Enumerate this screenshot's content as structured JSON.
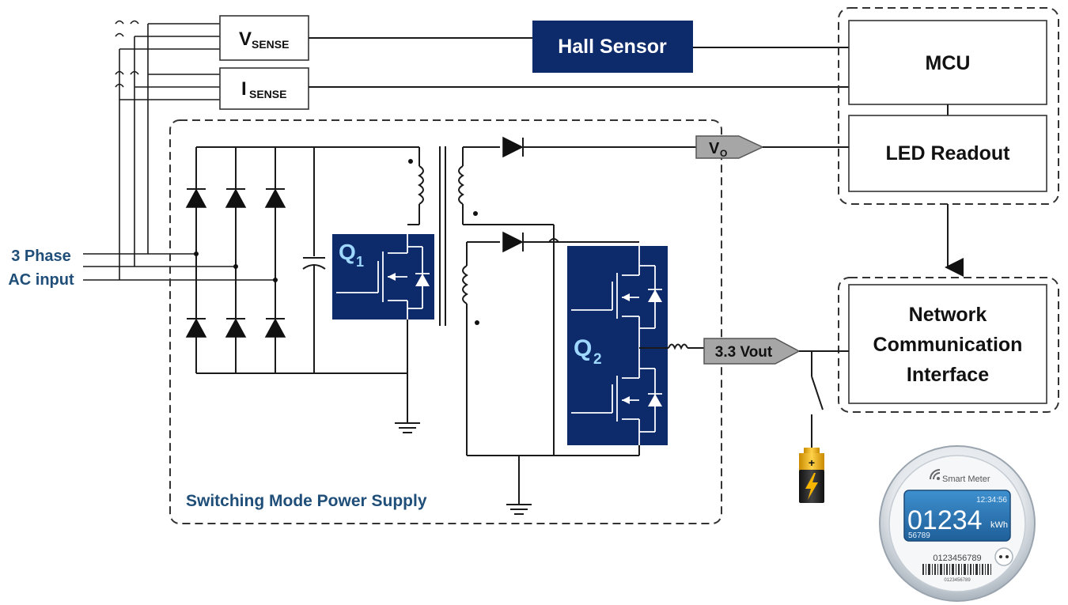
{
  "input_label": {
    "line1": "3 Phase",
    "line2": "AC input"
  },
  "sense": {
    "vsense_main": "V",
    "vsense_sub": "SENSE",
    "isense_main": "I",
    "isense_sub": "SENSE"
  },
  "hall_sensor": "Hall  Sensor",
  "mcu": "MCU",
  "led_readout": "LED Readout",
  "network": {
    "line1": "Network",
    "line2": "Communication",
    "line3": "Interface"
  },
  "vo": {
    "main": "V",
    "sub": "O"
  },
  "vout": "3.3 Vout",
  "q1": {
    "main": "Q",
    "sub": "1"
  },
  "q2": {
    "main": "Q",
    "sub": "2"
  },
  "smps_label": "Switching Mode Power Supply",
  "meter": {
    "brand": "Smart Meter",
    "time": "12:34:56",
    "reading": "01234",
    "unit": "kWh",
    "sub_reading": "56789",
    "serial": "0123456789",
    "barcode_text": "0123456789"
  },
  "colors": {
    "navy": "#0d2a6b",
    "label_blue": "#1f4e79",
    "q_label": "#9fd8ff",
    "tag_gray": "#a6a6a6"
  }
}
